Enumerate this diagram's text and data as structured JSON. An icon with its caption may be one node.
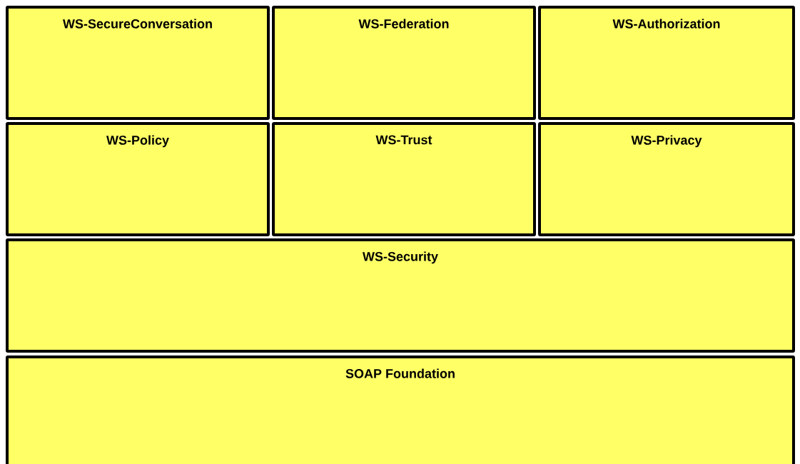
{
  "diagram": {
    "nodes": [
      {
        "text": [
          "WS-SecureConversation"
        ]
      },
      {
        "text": [
          "WS-Federation"
        ]
      },
      {
        "text": [
          "WS-Authorization"
        ]
      },
      {
        "text": [
          "WS-Policy"
        ]
      },
      {
        "text": [
          "WS-Trust"
        ]
      },
      {
        "text": [
          "WS-Privacy"
        ]
      },
      {
        "text": [
          "WS-Security"
        ]
      },
      {
        "text": [
          "SOAP Foundation"
        ]
      }
    ]
  }
}
